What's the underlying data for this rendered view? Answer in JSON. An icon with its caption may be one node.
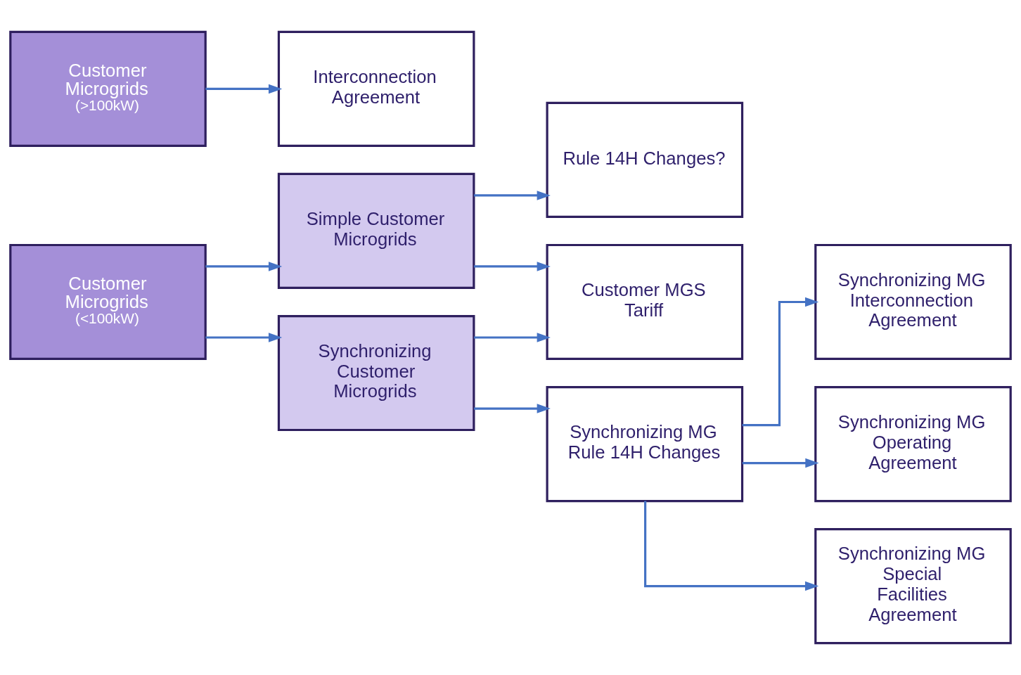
{
  "diagram": {
    "nodes": [
      {
        "text": [
          "Customer Microgrids",
          "(<100kW)"
        ]
      },
      {
        "text": [
          "Simple Customer Microgrids"
        ]
      },
      {
        "text": [
          "Synchronizing Customer Microgrids"
        ]
      },
      {
        "text": [
          "Rule 14H Changes?"
        ]
      },
      {
        "text": [
          "Customer MGS Tariff"
        ]
      },
      {
        "text": [
          "Synchronizing MG Rule 14H Changes"
        ]
      },
      {
        "text": [
          "Synchronizing MG Interconnection Agreement"
        ]
      },
      {
        "text": [
          "Synchronizing MG Operating Agreement"
        ]
      },
      {
        "text": [
          "Synchronizing MG Special Facilities Agreement"
        ]
      },
      {
        "text": [
          "Customer Microgrids",
          "(>100kW)"
        ]
      },
      {
        "text": [
          "Interconnection Agreement"
        ]
      }
    ],
    "edges": [
      {
        "from": 0,
        "to": 1,
        "arrow": "to"
      },
      {
        "from": 0,
        "to": 2,
        "arrow": "to"
      },
      {
        "from": 1,
        "to": 3,
        "arrow": "to"
      },
      {
        "from": 1,
        "to": 4,
        "arrow": "to"
      },
      {
        "from": 2,
        "to": 4,
        "arrow": "to"
      },
      {
        "from": 2,
        "to": 5,
        "arrow": "to"
      },
      {
        "from": 5,
        "to": 6,
        "arrow": "to"
      },
      {
        "from": 5,
        "to": 7,
        "arrow": "to"
      },
      {
        "from": 5,
        "to": 8,
        "arrow": "to"
      },
      {
        "from": 9,
        "to": 10,
        "arrow": "to"
      }
    ]
  }
}
